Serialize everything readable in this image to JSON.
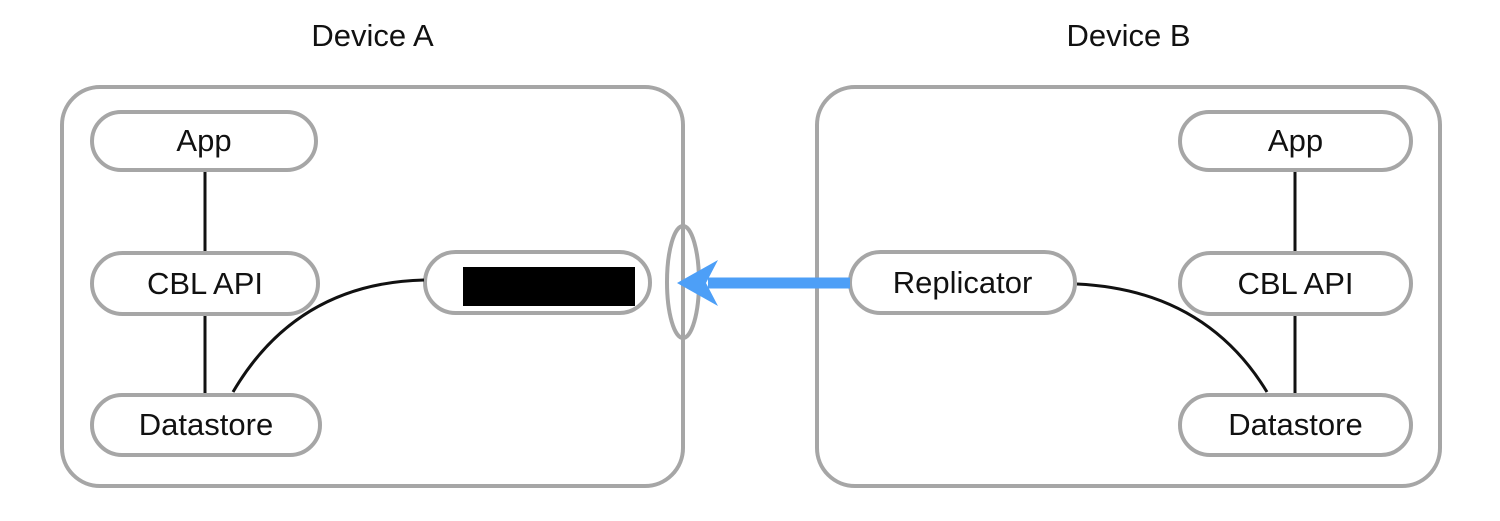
{
  "colors": {
    "border": "#a6a6a6",
    "line": "#111111",
    "arrow": "#4d9ff7",
    "redaction": "#000000"
  },
  "device_a": {
    "title": "Device A",
    "nodes": {
      "app": "App",
      "cbl_api": "CBL API",
      "datastore": "Datastore"
    }
  },
  "device_b": {
    "title": "Device B",
    "nodes": {
      "app": "App",
      "cbl_api": "CBL API",
      "datastore": "Datastore",
      "replicator": "Replicator"
    }
  }
}
